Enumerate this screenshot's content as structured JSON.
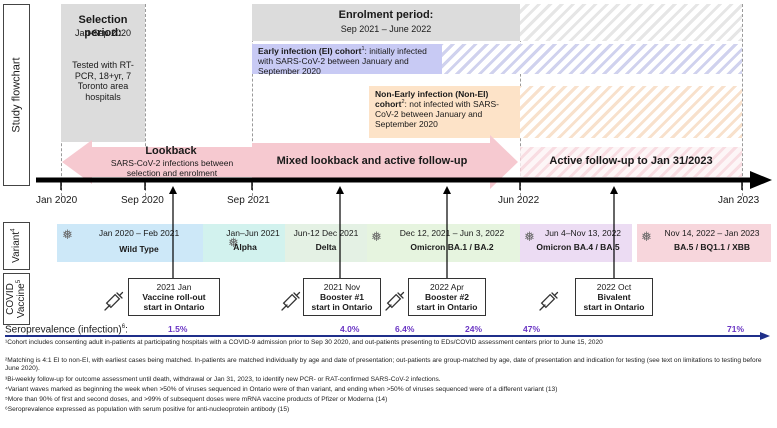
{
  "rows": {
    "study": "Study flowchart",
    "variant": "Variant",
    "variant_sup": "4",
    "vaccine": "COVID Vaccine",
    "vaccine_sup": "5"
  },
  "selection": {
    "title": "Selection period:",
    "dates": "Jan-Sep 2020",
    "body": "Tested with RT-PCR, 18+yr, 7 Toronto area hospitals"
  },
  "enrolment": {
    "title": "Enrolment period:",
    "dates": "Sep 2021 – June 2022"
  },
  "ei": {
    "title": "Early infection (EI) cohort",
    "sup": "1",
    "body": ": initially infected with SARS-CoV-2 between January and September 2020"
  },
  "nonei": {
    "title": "Non-Early infection (Non-EI) cohort",
    "sup": "2",
    "body": ": not infected with SARS-CoV-2 between January and September 2020"
  },
  "lookback": {
    "title": "Lookback",
    "body": "SARS-CoV-2 infections between selection and enrolment"
  },
  "mixed": {
    "title": "Mixed lookback and active follow-up"
  },
  "active": {
    "title": "Active follow-up to Jan 31/2023"
  },
  "timeline": {
    "ticks": [
      "Jan 2020",
      "Sep 2020",
      "Sep 2021",
      "Jun 2022",
      "Jan 2023"
    ]
  },
  "variants": [
    {
      "dates": "Jan 2020 – Feb 2021",
      "name": "Wild Type"
    },
    {
      "dates": "Jan–Jun 2021",
      "name": "Alpha"
    },
    {
      "dates": "Jun-12 Dec 2021",
      "name": "Delta"
    },
    {
      "dates": "Dec 12, 2021 – Jun 3, 2022",
      "name": "Omicron BA.1 / BA.2"
    },
    {
      "dates": "Jun 4–Nov 13, 2022",
      "name": "Omicron BA.4 / BA.5"
    },
    {
      "dates": "Nov 14, 2022 – Jan 2023",
      "name": "BA.5 / BQ1.1 / XBB"
    }
  ],
  "vaccines": [
    {
      "date": "2021 Jan",
      "line1": "Vaccine roll-out",
      "line2": "start in Ontario"
    },
    {
      "date": "2021 Nov",
      "line1": "Booster #1",
      "line2": "start in Ontario"
    },
    {
      "date": "2022 Apr",
      "line1": "Booster #2",
      "line2": "start in Ontario"
    },
    {
      "date": "2022 Oct",
      "line1": "Bivalent",
      "line2": "start in Ontario"
    }
  ],
  "seroprevalence": {
    "label": "Seroprevalence (infection)",
    "sup": "6",
    "colon": ":",
    "values": [
      "1.5%",
      "4.0%",
      "6.4%",
      "24%",
      "47%",
      "71%"
    ]
  },
  "footnotes": [
    "¹Cohort includes consenting adult in-patients at participating hospitals with a COVID-9 admission prior to Sep 30 2020, and out-patients presenting to EDs/COVID assessment centers prior to June 15, 2020",
    "²Matching is 4:1 EI to non-EI, with earliest cases being matched. In-patients are matched individually by age and date of presentation; out-patients are group-matched by age, date of presentation and indication for testing (see text on limitations to testing before June 2020).",
    "³Bi-weekly follow-up for outcome assessment until death, withdrawal or Jan 31, 2023, to identify new PCR- or RAT-confirmed SARS-CoV-2 infections.",
    "⁴Variant waves marked as beginning the week when >50% of viruses sequenced in Ontario were of than variant, and ending when >50% of viruses sequenced were of a different variant (13)",
    "⁵More than 90% of first and second doses, and >99% of subsequent doses were mRNA vaccine products of Pfizer or Moderna (14)",
    "⁶Seroprevalence expressed as population with serum positive for anti-nucleoprotein antibody (15)"
  ],
  "colors": {
    "selection": "#dcdcdc",
    "ei": "#c8caf4",
    "nonei": "#fde3c8",
    "lookback": "#f6c9d0",
    "wildtype": "#cde8f8",
    "alpha": "#d2f2ee",
    "delta": "#e4f1e4",
    "omicron1": "#e6f4df",
    "omicron45": "#ecdcf3",
    "xbb": "#f7d6dc",
    "sero_axis": "#1f2f8a",
    "sero_values": "#6a35c4"
  }
}
